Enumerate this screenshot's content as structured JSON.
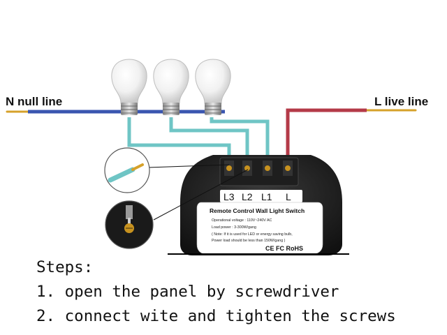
{
  "wires": {
    "null_label": "N null line",
    "live_label": "L live line",
    "colors": {
      "null": "#3a56b0",
      "live": "#b43a48",
      "load": "#6fc5c5",
      "copper": "#d6a12a"
    }
  },
  "switch_module": {
    "terminals": [
      "L3",
      "L2",
      "L1",
      "L"
    ],
    "title": "Remote Control Wall Light Switch",
    "spec_lines": [
      "Operational voltage : 110V~240V AC",
      "Load power : 3-300W/gang",
      "( Note: If it is used for LED or energy saving bulb,",
      "Power load should be less than 150W/gang )"
    ],
    "certifications": "CE FC RoHS"
  },
  "steps": {
    "heading": "Steps:",
    "items": [
      "1. open the panel by screwdriver",
      "2. connect wite and tighten the screws"
    ]
  }
}
